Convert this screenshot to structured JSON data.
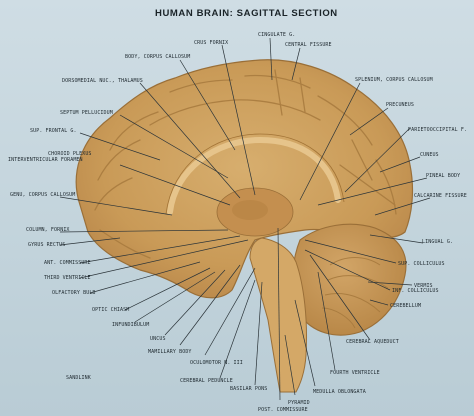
{
  "title": "HUMAN BRAIN: SAGITTAL SECTION",
  "labels": {
    "cingulate_g": "CINGULATE G.",
    "crus_fornix": "CRUS FORNIX",
    "central_fissure": "CENTRAL FISSURE",
    "body_corpus_callosum": "BODY, CORPUS CALLOSUM",
    "splenium_corpus_callosum": "SPLENIUM, CORPUS CALLOSUM",
    "dorsomedial_nuc_thalamus": "DORSOMEDIAL NUC., THALAMUS",
    "precuneus": "PRECUNEUS",
    "septum_pellucidum": "SEPTUM PELLUCIDUM",
    "parieto_occipital_f": "PARIETOOCCIPITAL F.",
    "sup_frontal_g": "SUP. FRONTAL G.",
    "cuneus": "CUNEUS",
    "choroid_plexus": "CHOROID PLEXUS",
    "interventricular_foramen": "INTERVENTRICULAR FORAMEN",
    "pineal_body": "PINEAL BODY",
    "calcarine_fissure": "CALCARINE FISSURE",
    "genu_corpus_callosum": "GENU, CORPUS CALLOSUM",
    "lingual_g": "LINGUAL G.",
    "column_fornix": "COLUMN, FORNIX",
    "gyrus_rectus": "GYRUS RECTUS",
    "sup_colliculus": "SUP. COLLICULUS",
    "ant_commissure": "ANT. COMMISSURE",
    "vermis": "VERMIS",
    "third_ventricle": "THIRD VENTRICLE",
    "inf_colliculus": "INF. COLLICULUS",
    "olfactory_bulb": "OLFACTORY BULB",
    "cerebellum": "CEREBELLUM",
    "optic_chiasm": "OPTIC CHIASM",
    "infundibulum": "INFUNDIBULUM",
    "uncus": "UNCUS",
    "mamillary_body": "MAMILLARY BODY",
    "oculomotor_n": "OCULOMOTOR N. III",
    "cerebral_aqueduct": "CEREBRAL AQUEDUCT",
    "cerebral_peduncle": "CEREBRAL PEDUNCLE",
    "fourth_ventricle": "FOURTH VENTRICLE",
    "basilar_pons": "BASILAR PONS",
    "pyramid": "PYRAMID",
    "medulla_oblongata": "MEDULLA OBLONGATA",
    "post_commissure": "POST. COMMISSURE",
    "sandlink": "SANDLINK"
  }
}
